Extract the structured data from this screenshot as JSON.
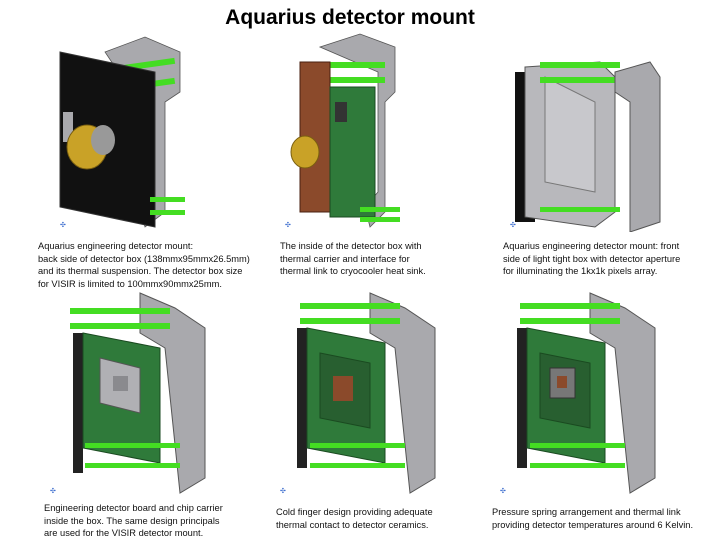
{
  "title": "Aquarius detector mount",
  "panels": [
    {
      "caption": [
        "Aquarius  engineering detector mount:",
        "back side of detector box (138mmx95mmx26.5mm)",
        "and its thermal suspension. The detector box size",
        "for VISIR is limited to 100mmx90mmx25mm."
      ]
    },
    {
      "caption": [
        "The inside of the detector box with",
        "thermal carrier and interface for",
        "thermal link to cryocooler heat sink."
      ]
    },
    {
      "caption": [
        "Aquarius engineering detector mount: front",
        "side of light tight box with detector aperture",
        "for illuminating the 1kx1k pixels array."
      ]
    },
    {
      "caption": [
        "Engineering detector board and chip carrier",
        "inside the box. The same design principals",
        "are used for the VISIR detector mount."
      ]
    },
    {
      "caption": [
        "Cold finger design providing adequate",
        "thermal contact to detector ceramics."
      ]
    },
    {
      "caption": [
        "Pressure spring arrangement and thermal link",
        "providing detector temperatures around 6 Kelvin."
      ]
    }
  ],
  "colors": {
    "frame": "#a9a9ad",
    "strap": "#44dd22",
    "board": "#2f7a3a",
    "box": "#111111",
    "gold": "#c9a227",
    "copper": "#8b4a2b"
  }
}
